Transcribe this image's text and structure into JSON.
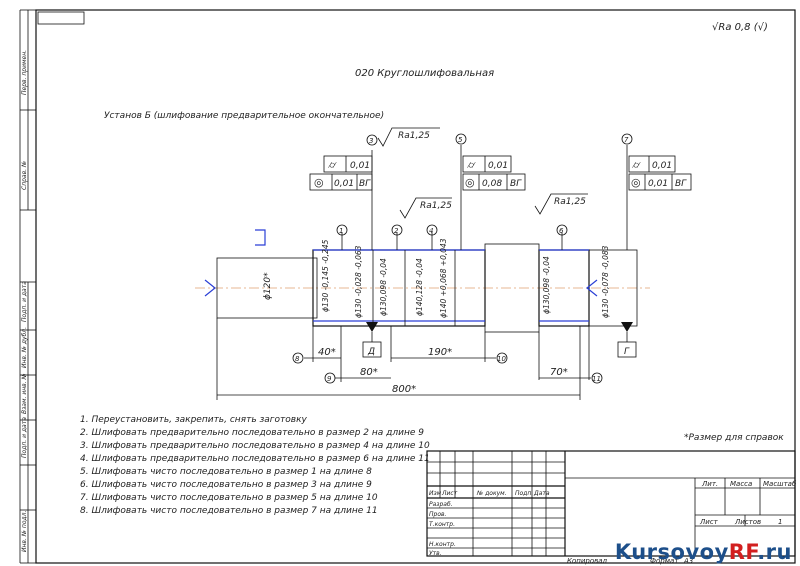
{
  "roughness_top": "√Ra 0,8 (√)",
  "operation_title": "020 Круглошлифовальная",
  "setup_title": "Установ Б (шлифование предварительное окончательное)",
  "side_labels": [
    "Перв. примен.",
    "Справ. №",
    "Подп. и дата",
    "Инв. № дубл.",
    "Взам. инв. №",
    "Подп. и дата",
    "Инв. № подл."
  ],
  "balloons": [
    "1",
    "2",
    "3",
    "4",
    "5",
    "6",
    "7",
    "8",
    "9",
    "10",
    "11"
  ],
  "roughness": {
    "a": "Ra1,25",
    "b": "Ra1,25",
    "c": "Ra1,25"
  },
  "fcf": {
    "left": {
      "r1_sym": "⌭",
      "r1_val": "0,01",
      "r2_sym": "◎",
      "r2_val": "0,01",
      "r2_ref": "ВГ"
    },
    "mid": {
      "r1_sym": "⌭",
      "r1_val": "0,01",
      "r2_sym": "◎",
      "r2_val": "0,08",
      "r2_ref": "ВГ"
    },
    "right": {
      "r1_sym": "⌭",
      "r1_val": "0,01",
      "r2_sym": "◎",
      "r2_val": "0,01",
      "r2_ref": "ВГ"
    }
  },
  "datums": {
    "d": "Д",
    "g": "Г"
  },
  "diameters": {
    "d1": "ϕ120*",
    "d2": "ϕ130 -0,145 -0,245",
    "d3": "ϕ130 -0,028 -0,063",
    "d4": "ϕ130,098 -0,04",
    "d5": "ϕ140,128 -0,04",
    "d6": "ϕ140 +0,068 +0,043",
    "d7": "ϕ130,098 -0,04",
    "d8": "ϕ130 -0,078 -0,083"
  },
  "dims": {
    "l40": "40*",
    "l80": "80*",
    "l190": "190*",
    "l70": "70*",
    "l800": "800*"
  },
  "steps": [
    "1. Переустановить, закрепить, снять заготовку",
    "2. Шлифовать предварительно последовательно в размер 2 на длине 9",
    "3. Шлифовать предварительно последовательно в размер 4 на длине 10",
    "4. Шлифовать предварительно последовательно в размер 6 на длине 11",
    "5. Шлифовать чисто последовательно в размер 1 на длине 8",
    "6. Шлифовать чисто последовательно в размер 3 на длине 9",
    "7. Шлифовать чисто последовательно в размер 5 на длине 10",
    "8. Шлифовать чисто последовательно в размер 7 на длине 11"
  ],
  "note": "*Размер для справок",
  "title_block": {
    "cols": [
      "Изм",
      "Лист",
      "№ докум.",
      "Подп.",
      "Дата"
    ],
    "rows": [
      "Разраб.",
      "Пров.",
      "Т.контр.",
      "Н.контр.",
      "Утв."
    ],
    "lit": "Лит.",
    "mass": "Масса",
    "scale": "Масштаб",
    "sheet": "Лист",
    "sheets": "Листов",
    "sheets_val": "1",
    "copied": "Копировал",
    "format": "Формат",
    "format_val": "А3"
  },
  "watermark": {
    "a": "Kursovoy",
    "b": "RF",
    ".ru": ".ru",
    "c": ".ru"
  }
}
